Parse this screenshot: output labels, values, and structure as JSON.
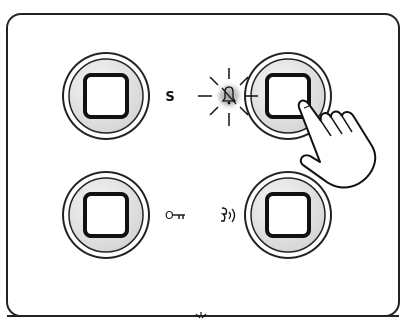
{
  "panel": {
    "buttons": [
      {
        "id": "top-left",
        "label": "S"
      },
      {
        "id": "top-right",
        "label": ""
      },
      {
        "id": "bottom-left",
        "label": ""
      },
      {
        "id": "bottom-right",
        "label": ""
      }
    ],
    "icons": {
      "key": "key-icon",
      "door_sound": "door-sound-icon",
      "bell_muted": "bell-muted-icon",
      "hand_pointer": "hand-pointer-icon",
      "bottom_glyph": "sun-icon"
    }
  },
  "colors": {
    "outline": "#1a1a1a",
    "button_fill": "#e4e4e4",
    "button_highlight": "#f4f4f4",
    "glow": "#bdbdbd",
    "background": "#ffffff"
  }
}
